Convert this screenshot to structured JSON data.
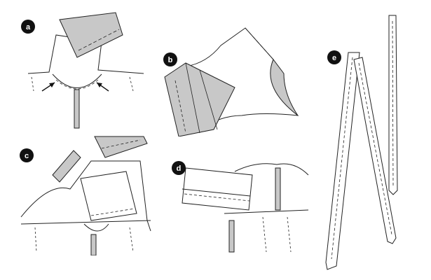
{
  "colors": {
    "outline": "#222222",
    "fill_gray": "#c8c8c8",
    "paper": "#ffffff",
    "badge": "#111111",
    "badge_text": "#ffffff"
  },
  "panels": [
    {
      "label": "a",
      "description_icon": "pleat-fold-with-arrows"
    },
    {
      "label": "b",
      "description_icon": "sleeve-cap-pleats"
    },
    {
      "label": "c",
      "description_icon": "collar-attach-step"
    },
    {
      "label": "d",
      "description_icon": "waistband-attach-step"
    },
    {
      "label": "e",
      "description_icon": "long-strap-pieces"
    }
  ]
}
